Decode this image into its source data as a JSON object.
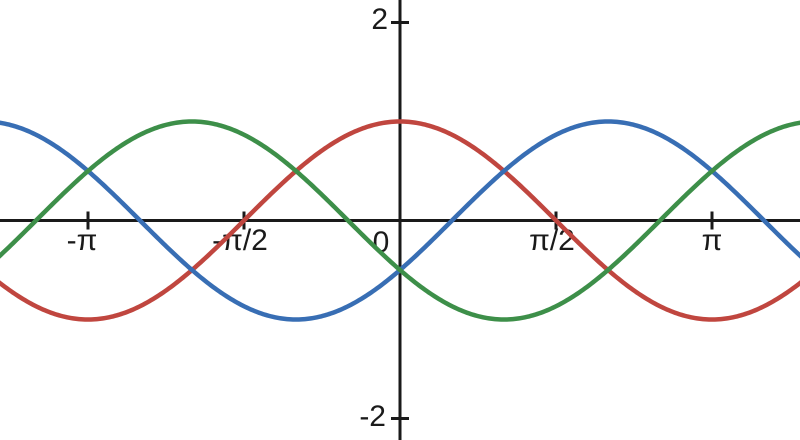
{
  "chart_data": {
    "type": "line",
    "title": "",
    "xlabel": "",
    "ylabel": "",
    "x_unit": "radians",
    "x_range_rad": [
      -4.03,
      4.03
    ],
    "y_range": [
      -2.22,
      2.22
    ],
    "grid": false,
    "legend": false,
    "colors": {
      "axis": "#1a1a1a",
      "text": "#1a1a1a",
      "background": "#ffffff"
    },
    "x_ticks": [
      {
        "value": -3.14159265,
        "label": "-π"
      },
      {
        "value": -1.57079633,
        "label": "-π/2"
      },
      {
        "value": 0,
        "label": "0"
      },
      {
        "value": 1.57079633,
        "label": "π/2"
      },
      {
        "value": 3.14159265,
        "label": "π"
      }
    ],
    "y_ticks": [
      {
        "value": 2,
        "label": "2"
      },
      {
        "value": -2,
        "label": "-2"
      }
    ],
    "series": [
      {
        "name": "red-cosine",
        "function": "y = cos(x)",
        "amplitude": 1,
        "period": "2π",
        "phase_rad": 0,
        "color": "#c0463f",
        "key_points": {
          "maxima_x": [
            "0"
          ],
          "minima_x": [
            "-π",
            "π"
          ],
          "zeros_x": [
            "-π/2",
            "π/2"
          ]
        }
      },
      {
        "name": "blue-cosine",
        "function": "y = cos(x - 2π/3)",
        "amplitude": 1,
        "period": "2π",
        "phase_rad": -2.0943951,
        "color": "#386eb4",
        "key_points": {
          "maxima_x": [
            "2π/3"
          ],
          "minima_x": [
            "-π/3"
          ],
          "zeros_x": [
            "π/6",
            "7π/6"
          ]
        }
      },
      {
        "name": "green-cosine",
        "function": "y = cos(x + 2π/3)",
        "amplitude": 1,
        "period": "2π",
        "phase_rad": 2.0943951,
        "color": "#3d8f49",
        "key_points": {
          "maxima_x": [
            "-2π/3"
          ],
          "minima_x": [
            "π/3"
          ],
          "zeros_x": [
            "-7π/6",
            "-π/6"
          ]
        }
      }
    ]
  }
}
